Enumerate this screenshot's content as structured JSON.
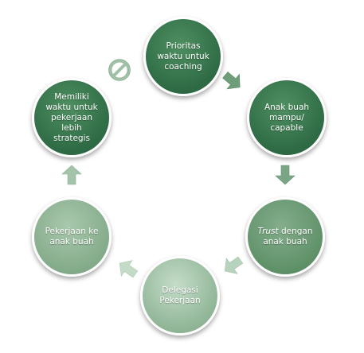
{
  "colors": {
    "dark_green": "#2f6e47",
    "mid_green": "#4f8b60",
    "light_green": "#8fb497",
    "pale_green": "#b7d1bb",
    "arrow_green": "#6d9d79",
    "arrow_pale": "#b8d3bd"
  },
  "nodes": [
    {
      "id": "prioritas",
      "label": "Prioritas waktu untuk coaching"
    },
    {
      "id": "anak-buah-mampu",
      "label": "Anak buah mampu/ capable"
    },
    {
      "id": "trust",
      "label_italic": "Trust",
      "label_rest": " dengan anak buah"
    },
    {
      "id": "delegasi",
      "label": "Delegasi Pekerjaan"
    },
    {
      "id": "pekerjaan-ke-anak-buah",
      "label": "Pekerjaan ke anak buah"
    },
    {
      "id": "memiliki-waktu",
      "label": "Memiliki waktu untuk pekerjaan lebih strategis"
    }
  ],
  "icons": {
    "arrows": [
      "block-arrow-icon",
      "block-arrow-icon",
      "block-arrow-icon",
      "block-arrow-icon",
      "block-arrow-icon"
    ],
    "blocker": "forbidden-icon"
  }
}
